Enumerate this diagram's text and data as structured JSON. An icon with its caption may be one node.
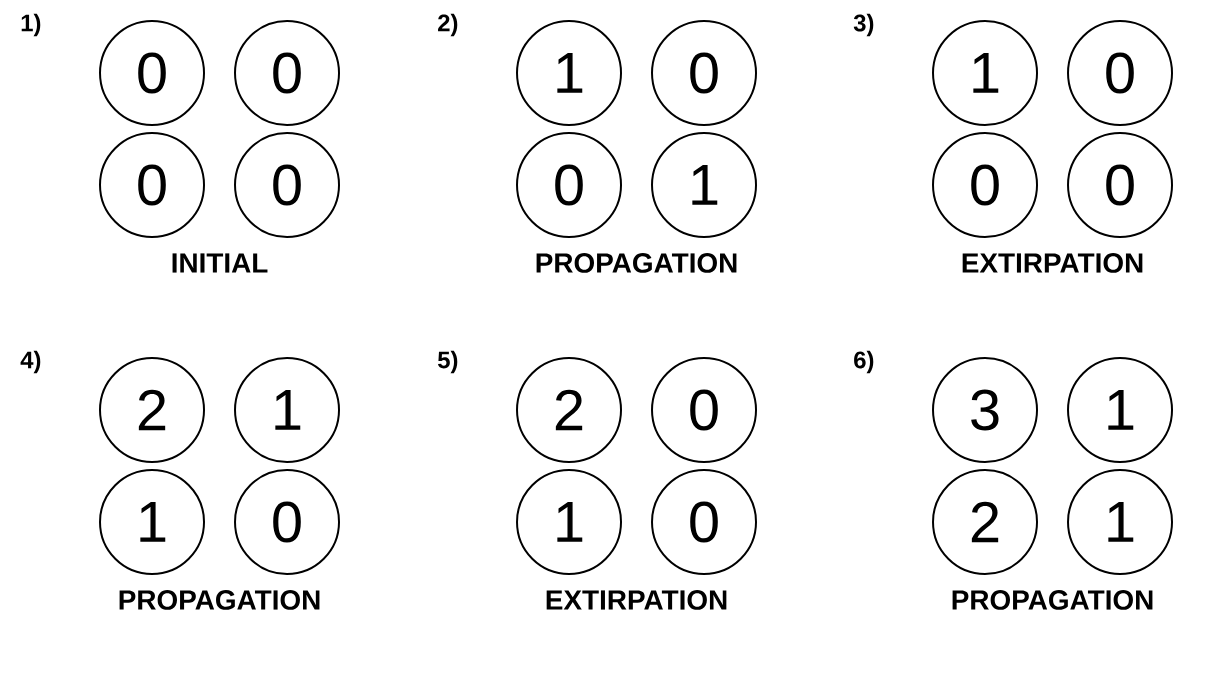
{
  "diagram": {
    "nodes": [
      {
        "text": [
          "0"
        ]
      },
      {
        "text": [
          "0"
        ]
      },
      {
        "text": [
          "0"
        ]
      },
      {
        "text": [
          "0"
        ]
      },
      {
        "text": [
          "1"
        ]
      },
      {
        "text": [
          "0"
        ]
      },
      {
        "text": [
          "0"
        ]
      },
      {
        "text": [
          "1"
        ]
      },
      {
        "text": [
          "1"
        ]
      },
      {
        "text": [
          "0"
        ]
      },
      {
        "text": [
          "0"
        ]
      },
      {
        "text": [
          "0"
        ]
      },
      {
        "text": [
          "2"
        ]
      },
      {
        "text": [
          "1"
        ]
      },
      {
        "text": [
          "1"
        ]
      },
      {
        "text": [
          "0"
        ]
      },
      {
        "text": [
          "2"
        ]
      },
      {
        "text": [
          "0"
        ]
      },
      {
        "text": [
          "1"
        ]
      },
      {
        "text": [
          "0"
        ]
      },
      {
        "text": [
          "3"
        ]
      },
      {
        "text": [
          "1"
        ]
      },
      {
        "text": [
          "2"
        ]
      },
      {
        "text": [
          "1"
        ]
      }
    ],
    "labels": [
      "1)",
      "INITIAL",
      "2)",
      "PROPAGATION",
      "3)",
      "EXTIRPATION",
      "4)",
      "PROPAGATION",
      "5)",
      "EXTIRPATION",
      "6)",
      "PROPAGATION"
    ]
  }
}
